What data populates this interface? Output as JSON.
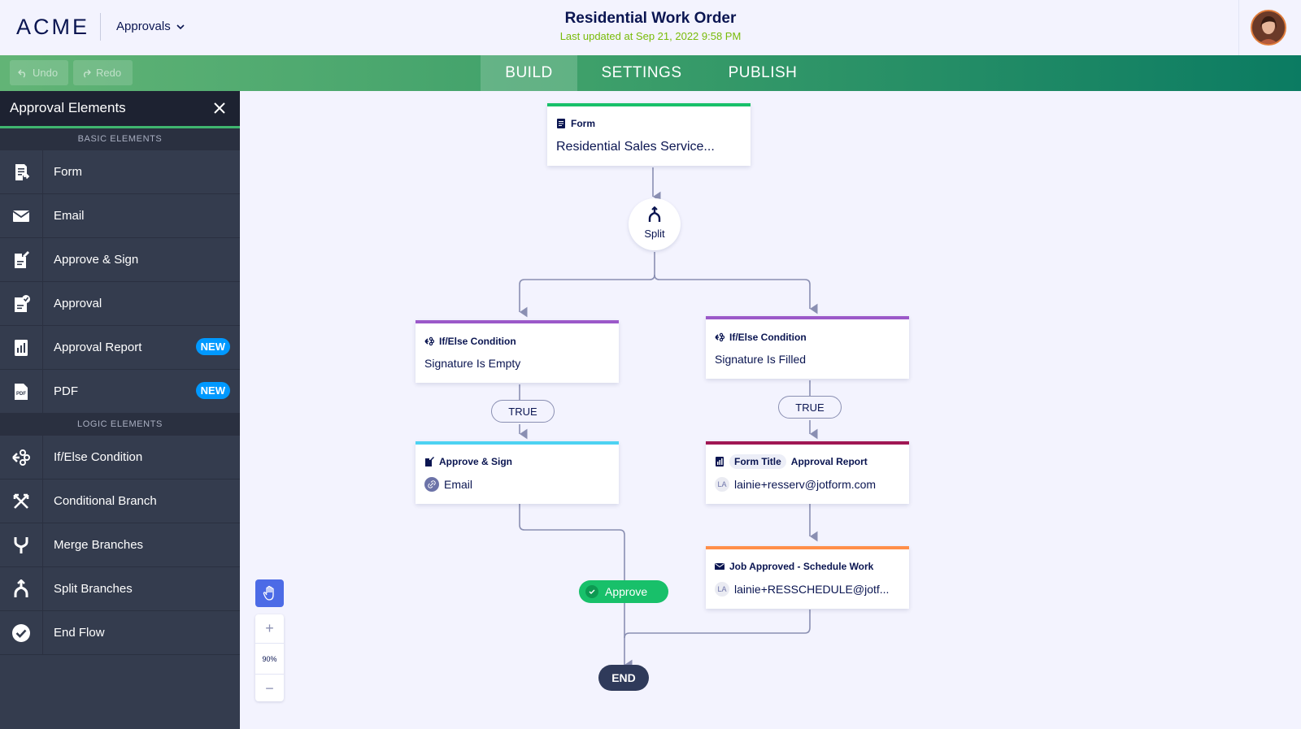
{
  "header": {
    "logo": "ACME",
    "app_menu": "Approvals",
    "title": "Residential Work Order",
    "subtitle": "Last updated at Sep 21, 2022 9:58 PM"
  },
  "toolbar": {
    "undo": "Undo",
    "redo": "Redo",
    "tabs": [
      {
        "label": "BUILD",
        "active": true
      },
      {
        "label": "SETTINGS",
        "active": false
      },
      {
        "label": "PUBLISH",
        "active": false
      }
    ]
  },
  "sidebar": {
    "title": "Approval Elements",
    "basic_section": "BASIC ELEMENTS",
    "basic_items": [
      {
        "label": "Form",
        "icon": "form-icon"
      },
      {
        "label": "Email",
        "icon": "envelope-icon"
      },
      {
        "label": "Approve & Sign",
        "icon": "approve-sign-icon"
      },
      {
        "label": "Approval",
        "icon": "approval-check-icon"
      },
      {
        "label": "Approval Report",
        "icon": "bar-chart-icon",
        "badge": "NEW"
      },
      {
        "label": "PDF",
        "icon": "pdf-icon",
        "badge": "NEW"
      }
    ],
    "logic_section": "LOGIC ELEMENTS",
    "logic_items": [
      {
        "label": "If/Else Condition",
        "icon": "condition-icon"
      },
      {
        "label": "Conditional Branch",
        "icon": "branch-icon"
      },
      {
        "label": "Merge Branches",
        "icon": "merge-icon"
      },
      {
        "label": "Split Branches",
        "icon": "split-icon"
      },
      {
        "label": "End Flow",
        "icon": "check-circle-icon"
      }
    ]
  },
  "flow": {
    "form_card": {
      "type": "Form",
      "name": "Residential Sales Service..."
    },
    "split": "Split",
    "left_condition": {
      "type": "If/Else Condition",
      "rule": "Signature Is Empty"
    },
    "right_condition": {
      "type": "If/Else Condition",
      "rule": "Signature Is Filled"
    },
    "true_left": "TRUE",
    "true_right": "TRUE",
    "approve_sign": {
      "type": "Approve & Sign",
      "recipient": "Email"
    },
    "report": {
      "tag": "Form Title",
      "type": "Approval Report",
      "initials": "LA",
      "recipient": "lainie+resserv@jotform.com"
    },
    "email_card": {
      "type": "Job Approved - Schedule Work",
      "initials": "LA",
      "recipient": "lainie+RESSCHEDULE@jotf..."
    },
    "approve_pill": "Approve",
    "end": "END"
  },
  "zoom": {
    "plus": "+",
    "level": "90%",
    "minus": "−"
  },
  "colors": {
    "form_bar": "#18c06a",
    "condition_bar": "#9b59c9",
    "approve_sign_bar": "#4dd2f2",
    "report_bar": "#a01753",
    "email_bar": "#ff8f4a",
    "accent_blue": "#4c6be6"
  }
}
